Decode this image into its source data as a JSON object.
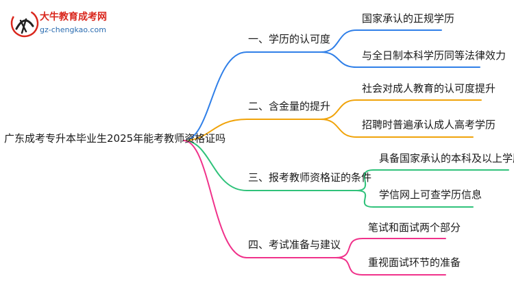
{
  "logo": {
    "title": "大牛教育成考网",
    "url": "gz-chengkao.com",
    "mark_text": "大牛"
  },
  "root": {
    "label": "广东成考专升本毕业生2025年能考教师资格证吗"
  },
  "colors": {
    "blue": "#2f7fe8",
    "orange": "#f0a30a",
    "green": "#2fc27a",
    "pink": "#f0318a"
  },
  "branches": [
    {
      "label": "一、学历的认可度",
      "color": "blue",
      "leaves": [
        "国家承认的正规学历",
        "与全日制本科学历同等法律效力"
      ]
    },
    {
      "label": "二、含金量的提升",
      "color": "orange",
      "leaves": [
        "社会对成人教育的认可度提升",
        "招聘时普遍承认成人高考学历"
      ]
    },
    {
      "label": "三、报考教师资格证的条件",
      "color": "green",
      "leaves": [
        "具备国家承认的本科及以上学历",
        "学信网上可查学历信息"
      ]
    },
    {
      "label": "四、考试准备与建议",
      "color": "pink",
      "leaves": [
        "笔试和面试两个部分",
        "重视面试环节的准备"
      ]
    }
  ]
}
